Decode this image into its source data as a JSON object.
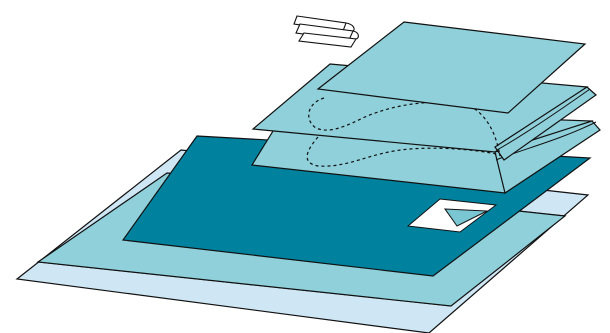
{
  "colors": {
    "background": "#ffffff",
    "outline": "#111111",
    "pale_blue": "#cfe7f5",
    "light_blue": "#8fd0da",
    "dark_teal": "#00829f",
    "accent_teal": "#7bc6d3",
    "white": "#ffffff"
  },
  "layers": [
    {
      "name": "bottom-drape"
    },
    {
      "name": "middle-drape"
    },
    {
      "name": "window-panel"
    },
    {
      "name": "folded-layer-lower"
    },
    {
      "name": "folded-layer-upper"
    },
    {
      "name": "top-sheet"
    },
    {
      "name": "adhesive-strips"
    }
  ]
}
